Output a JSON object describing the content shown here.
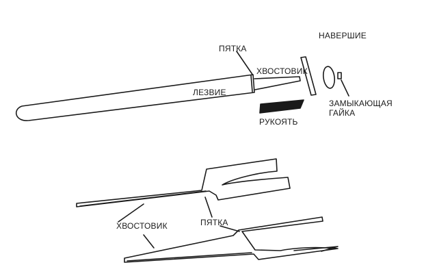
{
  "labels": {
    "heel_top": "ПЯТКА",
    "tang_top": "ХВОСТОВИК",
    "pommel": "НАВЕРШИЕ",
    "blade": "ЛЕЗВИЕ",
    "nut_line1": "ЗАМЫКАЮЩАЯ",
    "nut_line2": "ГАЙКА",
    "handle": "РУКОЯТЬ",
    "tang_bottom": "ХВОСТОВИК",
    "heel_bottom": "ПЯТКА"
  },
  "colors": {
    "ink": "#1a1a1a",
    "paper": "#ffffff"
  }
}
